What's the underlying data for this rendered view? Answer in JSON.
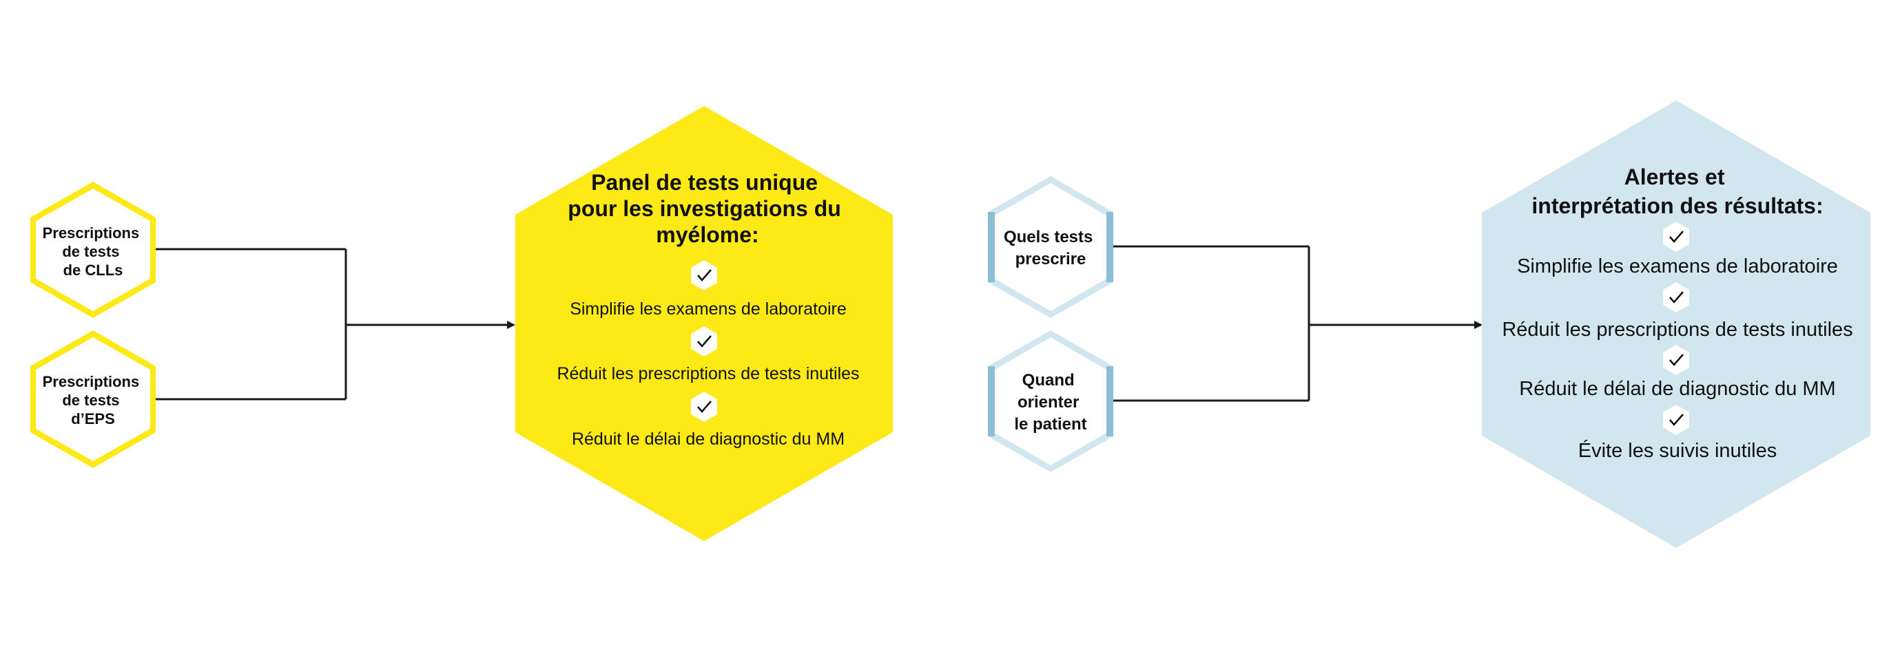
{
  "colors": {
    "yellow": "#FDE915",
    "yellow_border": "#E9D60F",
    "blue_light": "#D1E6EF",
    "blue_border": "#CFE4EE",
    "blue_accent": "#8CBFD6",
    "line": "#1a1a1a",
    "text": "#111111"
  },
  "left_group": {
    "node1": {
      "lines": [
        "Prescriptions",
        "de tests",
        "de CLLs"
      ]
    },
    "node2": {
      "lines": [
        "Prescriptions",
        "de tests",
        "d’EPS"
      ]
    },
    "main": {
      "title_lines": [
        "Panel de tests unique",
        "pour les investigations du",
        "myélome:"
      ],
      "items": [
        "Simplifie les examens de laboratoire",
        "Réduit les prescriptions de tests inutiles",
        "Réduit le délai de diagnostic du MM"
      ]
    }
  },
  "right_group": {
    "node1": {
      "lines": [
        "Quels tests",
        "prescrire"
      ]
    },
    "node2": {
      "lines": [
        "Quand",
        "orienter",
        "le patient"
      ]
    },
    "main": {
      "title_lines": [
        "Alertes et",
        "interprétation des résultats:"
      ],
      "items": [
        "Simplifie les examens de laboratoire",
        "Réduit les prescriptions de tests inutiles",
        "Réduit le délai de diagnostic du MM",
        "Évite les suivis inutiles"
      ]
    }
  },
  "icons": {
    "check": "check-icon",
    "arrow": "arrow-right-icon"
  }
}
